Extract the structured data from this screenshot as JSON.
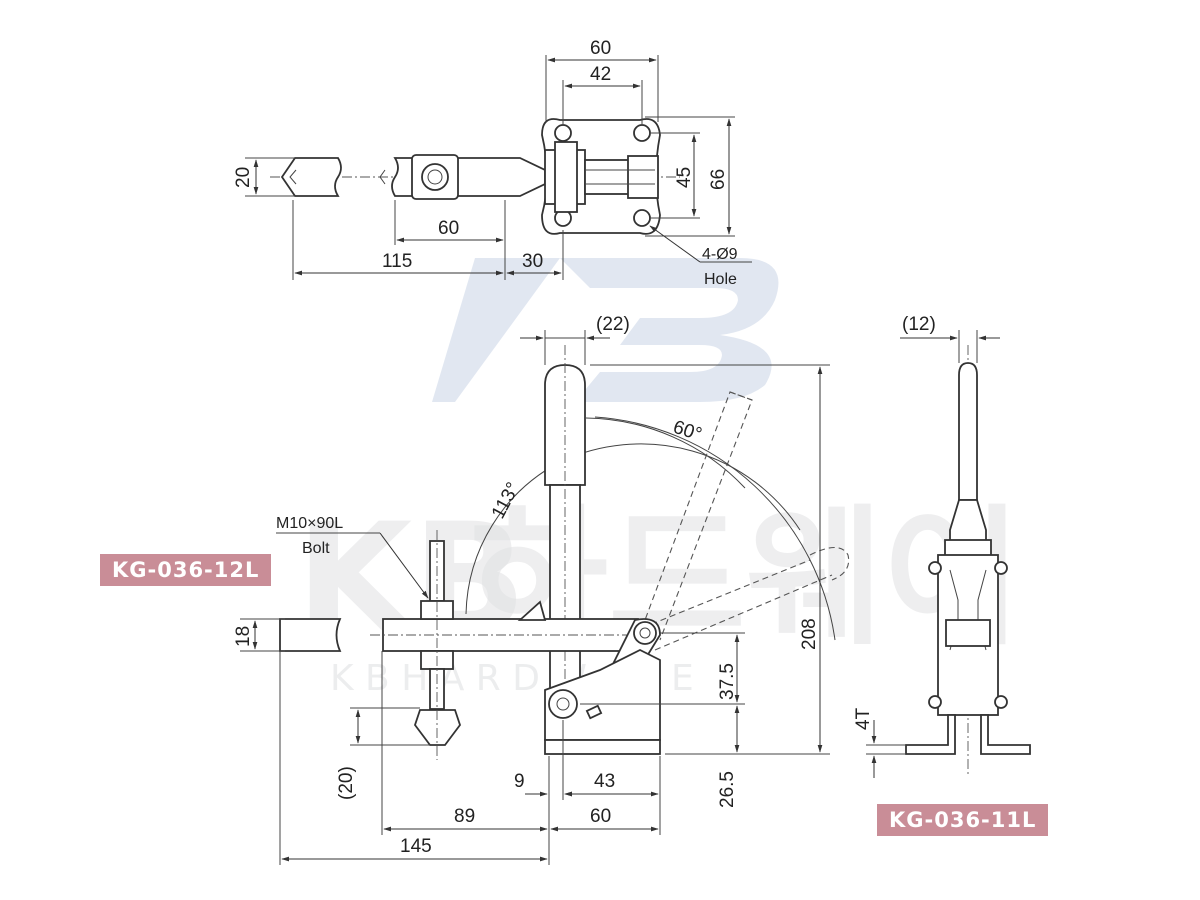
{
  "watermark": {
    "logo_letters": "KB",
    "korean": "하드웨어",
    "english": "K B H A R D W A R E",
    "color": "#c9d4e6"
  },
  "badges": {
    "left_model": "KG-036-12L",
    "right_model": "KG-036-11L",
    "color": "#c98d97"
  },
  "top_view": {
    "width_outer": "60",
    "width_inner": "42",
    "hole_height_inner": "45",
    "hole_height_outer": "66",
    "spindle_width": "20",
    "arm_reach_60": "60",
    "arm_reach_115": "115",
    "offset_30": "30",
    "hole_note_line1": "4-Ø9",
    "hole_note_line2": "Hole"
  },
  "front_view": {
    "handle_offset": "(22)",
    "angle_open": "60°",
    "angle_swing": "113°",
    "bolt_spec": "M10×90L",
    "bolt_label": "Bolt",
    "arm_thickness": "18",
    "spindle_tip": "(20)",
    "total_height": "208",
    "pivot_height": "37.5",
    "base_height": "26.5",
    "dim_9": "9",
    "dim_43": "43",
    "dim_60": "60",
    "dim_89": "89",
    "dim_145": "145"
  },
  "side_view": {
    "handle_offset": "(12)",
    "base_thickness": "4T"
  }
}
